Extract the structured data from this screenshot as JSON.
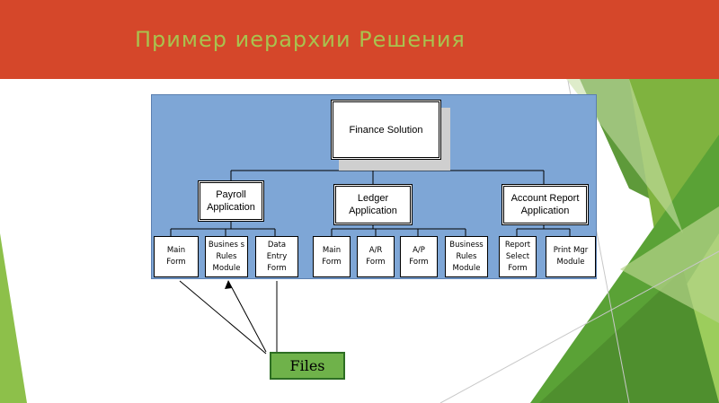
{
  "slide": {
    "title": "Пример иерархии Решения"
  },
  "diagram": {
    "root": "Finance Solution",
    "apps": {
      "payroll": "Payroll Application",
      "ledger": "Ledger Application",
      "account_report": "Account Report Application"
    },
    "modules": {
      "payroll_main_form": "Main Form",
      "payroll_business_rules": "Busines s Rules Module",
      "payroll_data_entry": "Data Entry Form",
      "ledger_main_form": "Main Form",
      "ledger_ar_form": "A/R Form",
      "ledger_ap_form": "A/P Form",
      "ledger_business_rules": "Business Rules Module",
      "report_select_form": "Report Select Form",
      "print_mgr_module": "Print Mgr Module"
    },
    "files_label": "Files"
  },
  "colors": {
    "header_bg": "#d5472a",
    "title_text": "#a9c24e",
    "diagram_bg": "#7ea6d6",
    "files_bg": "#6fb24a"
  }
}
